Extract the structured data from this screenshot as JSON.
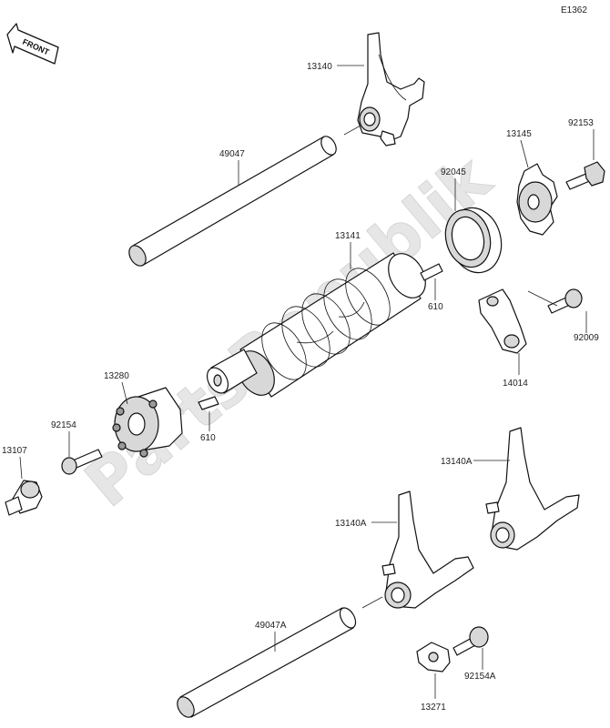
{
  "diagram_id": "E1362",
  "front_badge": "FRONT",
  "watermark": "PartsRepublik",
  "parts": [
    {
      "id": "p-13140-top",
      "number": "13140",
      "name": "shift-fork-top"
    },
    {
      "id": "p-49047",
      "number": "49047",
      "name": "shift-rod-upper"
    },
    {
      "id": "p-13145",
      "number": "13145",
      "name": "drum-cam-plate"
    },
    {
      "id": "p-92153",
      "number": "92153",
      "name": "bolt"
    },
    {
      "id": "p-92045",
      "number": "92045",
      "name": "bearing"
    },
    {
      "id": "p-13141",
      "number": "13141",
      "name": "shift-drum"
    },
    {
      "id": "p-610-right",
      "number": "610",
      "name": "pin-right"
    },
    {
      "id": "p-92009",
      "number": "92009",
      "name": "screw"
    },
    {
      "id": "p-14014",
      "number": "14014",
      "name": "holder-plate"
    },
    {
      "id": "p-13280",
      "number": "13280",
      "name": "drum-pin-plate"
    },
    {
      "id": "p-92154",
      "number": "92154",
      "name": "socket-bolt"
    },
    {
      "id": "p-610-left",
      "number": "610",
      "name": "pin-left"
    },
    {
      "id": "p-13107",
      "number": "13107",
      "name": "shaft-operating"
    },
    {
      "id": "p-13140A-right",
      "number": "13140A",
      "name": "shift-fork-right"
    },
    {
      "id": "p-13140A-left",
      "number": "13140A",
      "name": "shift-fork-left"
    },
    {
      "id": "p-49047A",
      "number": "49047A",
      "name": "shift-rod-lower"
    },
    {
      "id": "p-92154A",
      "number": "92154A",
      "name": "bolt-a"
    },
    {
      "id": "p-13271",
      "number": "13271",
      "name": "plate-stopper"
    }
  ]
}
